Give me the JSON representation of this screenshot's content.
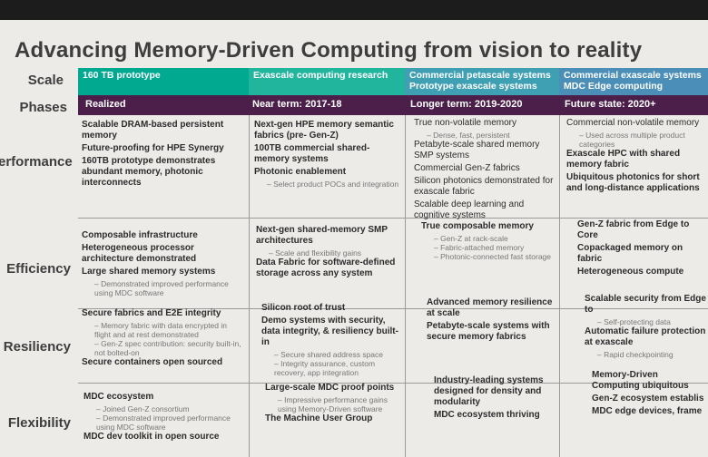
{
  "title": "Advancing Memory-Driven Computing from vision to reality",
  "rows": {
    "scale": "Scale",
    "phases": "Phases",
    "performance": "erformance",
    "efficiency": "Efficiency",
    "resiliency": "Resiliency",
    "flexibility": "Flexibility"
  },
  "scale_cols": [
    "160 TB prototype",
    "Exascale computing research",
    "Commercial petascale systems\nPrototype exascale systems",
    "Commercial exascale systems\nMDC Edge computing"
  ],
  "phase_cols": [
    "Realized",
    "Near term: 2017-18",
    "Longer term: 2019-2020",
    "Future state: 2020+"
  ],
  "colors": {
    "scale1": "#00a98f",
    "scale2": "#1fb89e",
    "scale3": "#3d9fb5",
    "scale4": "#4a8fb9",
    "phase": "#4c1f4a"
  },
  "performance": {
    "c1": [
      "Scalable DRAM-based persistent memory",
      "Future-proofing for HPE Synergy",
      "160TB prototype demonstrates abundant memory, photonic interconnects"
    ],
    "c2": {
      "i1": "Next-gen HPE memory semantic fabrics (pre- Gen-Z)",
      "i2": "100TB commercial shared-memory systems",
      "i3": "Photonic enablement",
      "s1": "Select product POCs and integration"
    },
    "c3": {
      "i1": "True non-volatile memory",
      "s1": "Dense, fast, persistent",
      "i2": "Petabyte-scale shared memory SMP systems",
      "i3": "Commercial Gen-Z fabrics",
      "i4": "Silicon photonics demonstrated for exascale fabric",
      "i5": "Scalable deep learning and cognitive systems"
    },
    "c4": {
      "i1": "Commercial non-volatile memory",
      "s1": "Used across multiple product categories",
      "i2": "Exascale HPC with shared memory fabric",
      "i3": "Ubiquitous photonics for short and long-distance applications"
    }
  },
  "efficiency": {
    "c1": {
      "i1": "Composable infrastructure",
      "i2": "Heterogeneous processor architecture demonstrated",
      "i3": "Large shared memory systems",
      "s1": "Demonstrated improved performance using MDC software"
    },
    "c2": {
      "i1": "Next-gen shared-memory SMP architectures",
      "s1": "Scale and flexibility gains",
      "i2": "Data Fabric for software-defined storage across any system"
    },
    "c3": {
      "i1": "True composable memory",
      "s1": "Gen-Z at rack-scale",
      "s2": "Fabric-attached memory",
      "s3": "Photonic-connected fast storage"
    },
    "c4": {
      "i1": "Gen-Z fabric from Edge to Core",
      "i2": "Copackaged memory on fabric",
      "i3": "Heterogeneous compute"
    }
  },
  "resiliency": {
    "c1": {
      "i1": "Secure fabrics and E2E integrity",
      "s1": "Memory fabric with data encrypted in flight and at rest demonstrated",
      "s2": "Gen-Z spec contribution: security built-in, not bolted-on",
      "i2": "Secure containers open sourced"
    },
    "c2": {
      "i1": "Silicon root of trust",
      "i2": "Demo systems with security, data integrity, & resiliency built-in",
      "s1": "Secure shared address space",
      "s2": "Integrity assurance, custom recovery, app integration"
    },
    "c3": {
      "i1": "Advanced memory resilience at scale",
      "i2": "Petabyte-scale systems with secure memory fabrics"
    },
    "c4": {
      "i1": "Scalable security from Edge to",
      "s1": "Self-protecting data",
      "i2": "Automatic failure protection at exascale",
      "s2": "Rapid checkpointing"
    }
  },
  "flexibility": {
    "c1": {
      "i1": "MDC ecosystem",
      "s1": "Joined Gen-Z consortium",
      "s2": "Demonstrated improved performance using MDC software",
      "i2": "MDC dev toolkit in open source"
    },
    "c2": {
      "i1": "Large-scale MDC proof points",
      "s1": "Impressive performance gains using Memory-Driven software",
      "i2": "The Machine User Group"
    },
    "c3": {
      "i1": "Industry-leading systems designed for density and modularity",
      "i2": "MDC ecosystem thriving"
    },
    "c4": {
      "i1": "Memory-Driven Computing ubiquitous",
      "i2": "Gen-Z ecosystem establis",
      "i3": "MDC edge devices, frame"
    }
  }
}
